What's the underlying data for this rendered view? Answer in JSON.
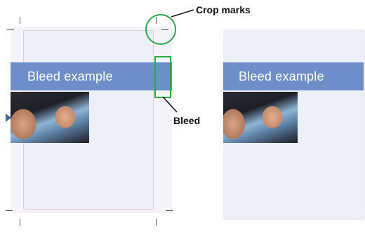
{
  "left_page": {
    "bar_text": "Bleed example",
    "photo_alt": "business-people-photo"
  },
  "right_page": {
    "bar_text": "Bleed example",
    "photo_alt": "business-people-photo"
  },
  "annotations": {
    "crop_marks": "Crop marks",
    "bleed": "Bleed"
  },
  "colors": {
    "bar": "#6d8ec8",
    "page": "#eef0f7",
    "annotation": "#2aa84a",
    "marks": "#555a60"
  }
}
